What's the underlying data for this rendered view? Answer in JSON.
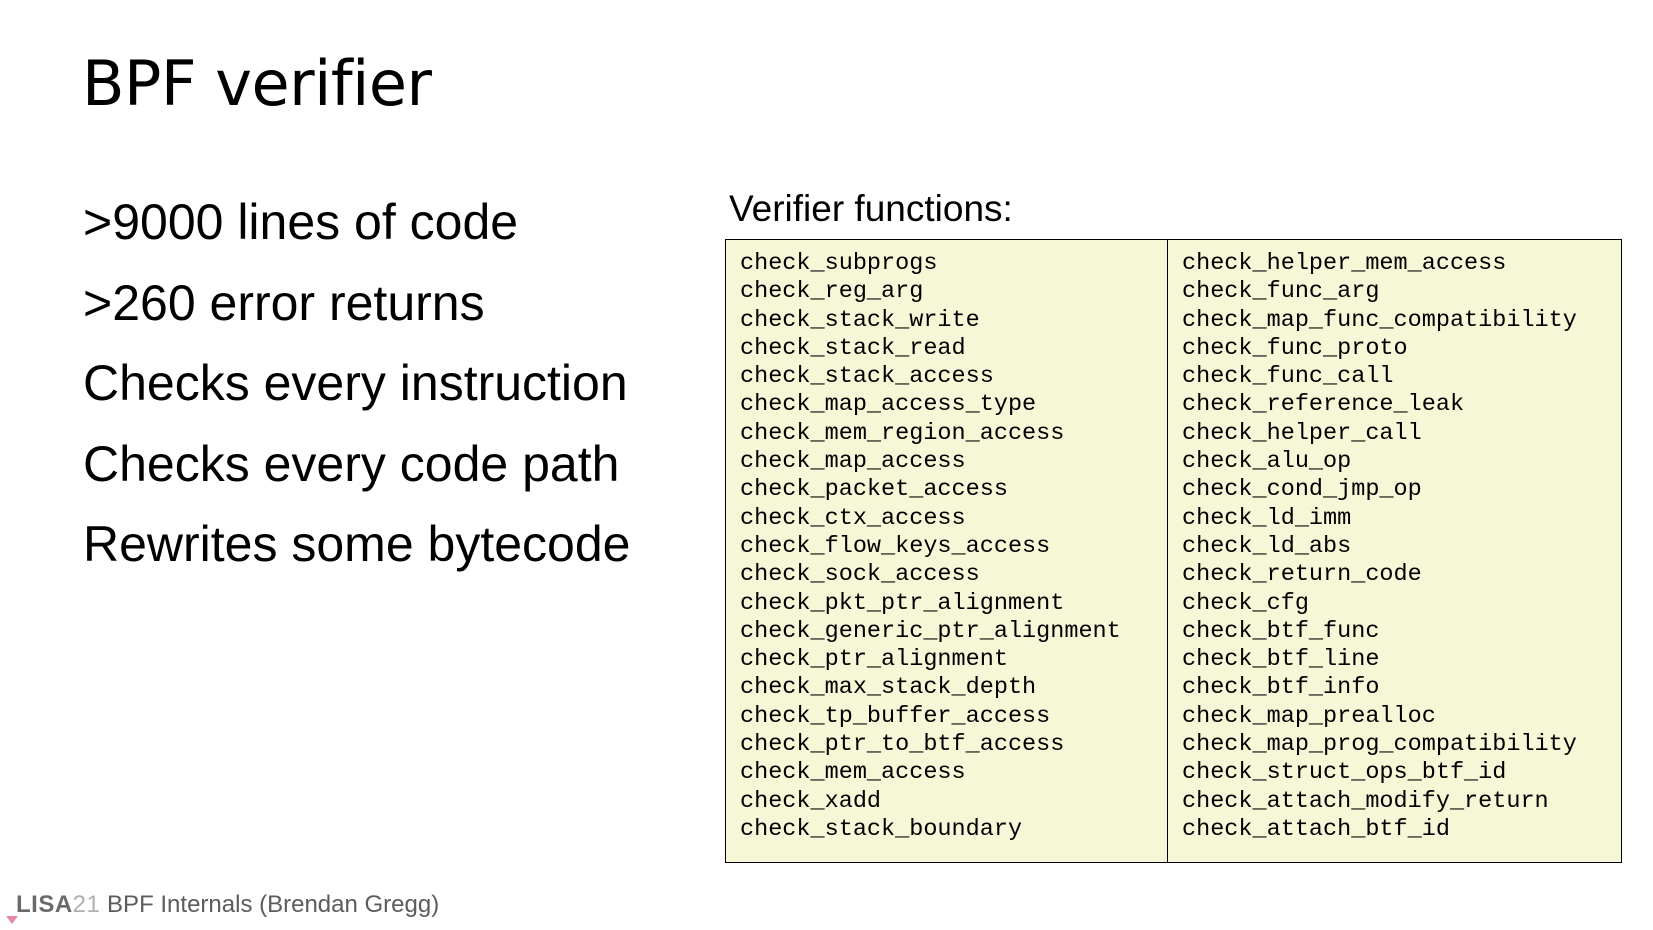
{
  "slide": {
    "title": "BPF verifier",
    "bullets": [
      ">9000 lines of code",
      ">260 error returns",
      "Checks every instruction",
      "Checks every code path",
      "Rewrites some bytecode"
    ],
    "verifier_heading": "Verifier functions:",
    "left_functions": [
      "check_subprogs",
      "check_reg_arg",
      "check_stack_write",
      "check_stack_read",
      "check_stack_access",
      "check_map_access_type",
      "check_mem_region_access",
      "check_map_access",
      "check_packet_access",
      "check_ctx_access",
      "check_flow_keys_access",
      "check_sock_access",
      "check_pkt_ptr_alignment",
      "check_generic_ptr_alignment",
      "check_ptr_alignment",
      "check_max_stack_depth",
      "check_tp_buffer_access",
      "check_ptr_to_btf_access",
      "check_mem_access",
      "check_xadd",
      "check_stack_boundary"
    ],
    "right_functions": [
      "check_helper_mem_access",
      "check_func_arg",
      "check_map_func_compatibility",
      "check_func_proto",
      "check_func_call",
      "check_reference_leak",
      "check_helper_call",
      "check_alu_op",
      "check_cond_jmp_op",
      "check_ld_imm",
      "check_ld_abs",
      "check_return_code",
      "check_cfg",
      "check_btf_func",
      "check_btf_line",
      "check_btf_info",
      "check_map_prealloc",
      "check_map_prog_compatibility",
      "check_struct_ops_btf_id",
      "check_attach_modify_return",
      "check_attach_btf_id"
    ],
    "table_background": "#f6f7d7"
  },
  "footer": {
    "logo_text": "LISA",
    "logo_year": "21",
    "caption": "BPF Internals (Brendan Gregg)"
  }
}
